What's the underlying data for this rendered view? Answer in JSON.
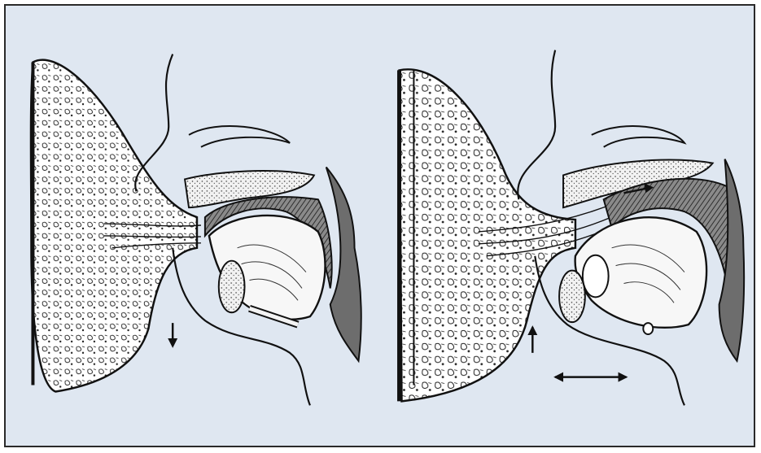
{
  "figure": {
    "background_color": "#dfe7f1",
    "line_color": "#111111",
    "tissue_fill_color": "#ffffff",
    "shaded_region_color": "#6d6d6d",
    "stippled_region_color": "#c9c9c9",
    "panels": [
      {
        "id": "left",
        "arrows": [
          {
            "icon": "arrow-down-icon",
            "direction": "down"
          }
        ]
      },
      {
        "id": "right",
        "arrows": [
          {
            "icon": "arrow-up-icon",
            "direction": "up"
          },
          {
            "icon": "arrow-right-icon",
            "direction": "right"
          },
          {
            "icon": "double-arrow-horizontal-icon",
            "direction": "left-right"
          }
        ]
      }
    ]
  }
}
